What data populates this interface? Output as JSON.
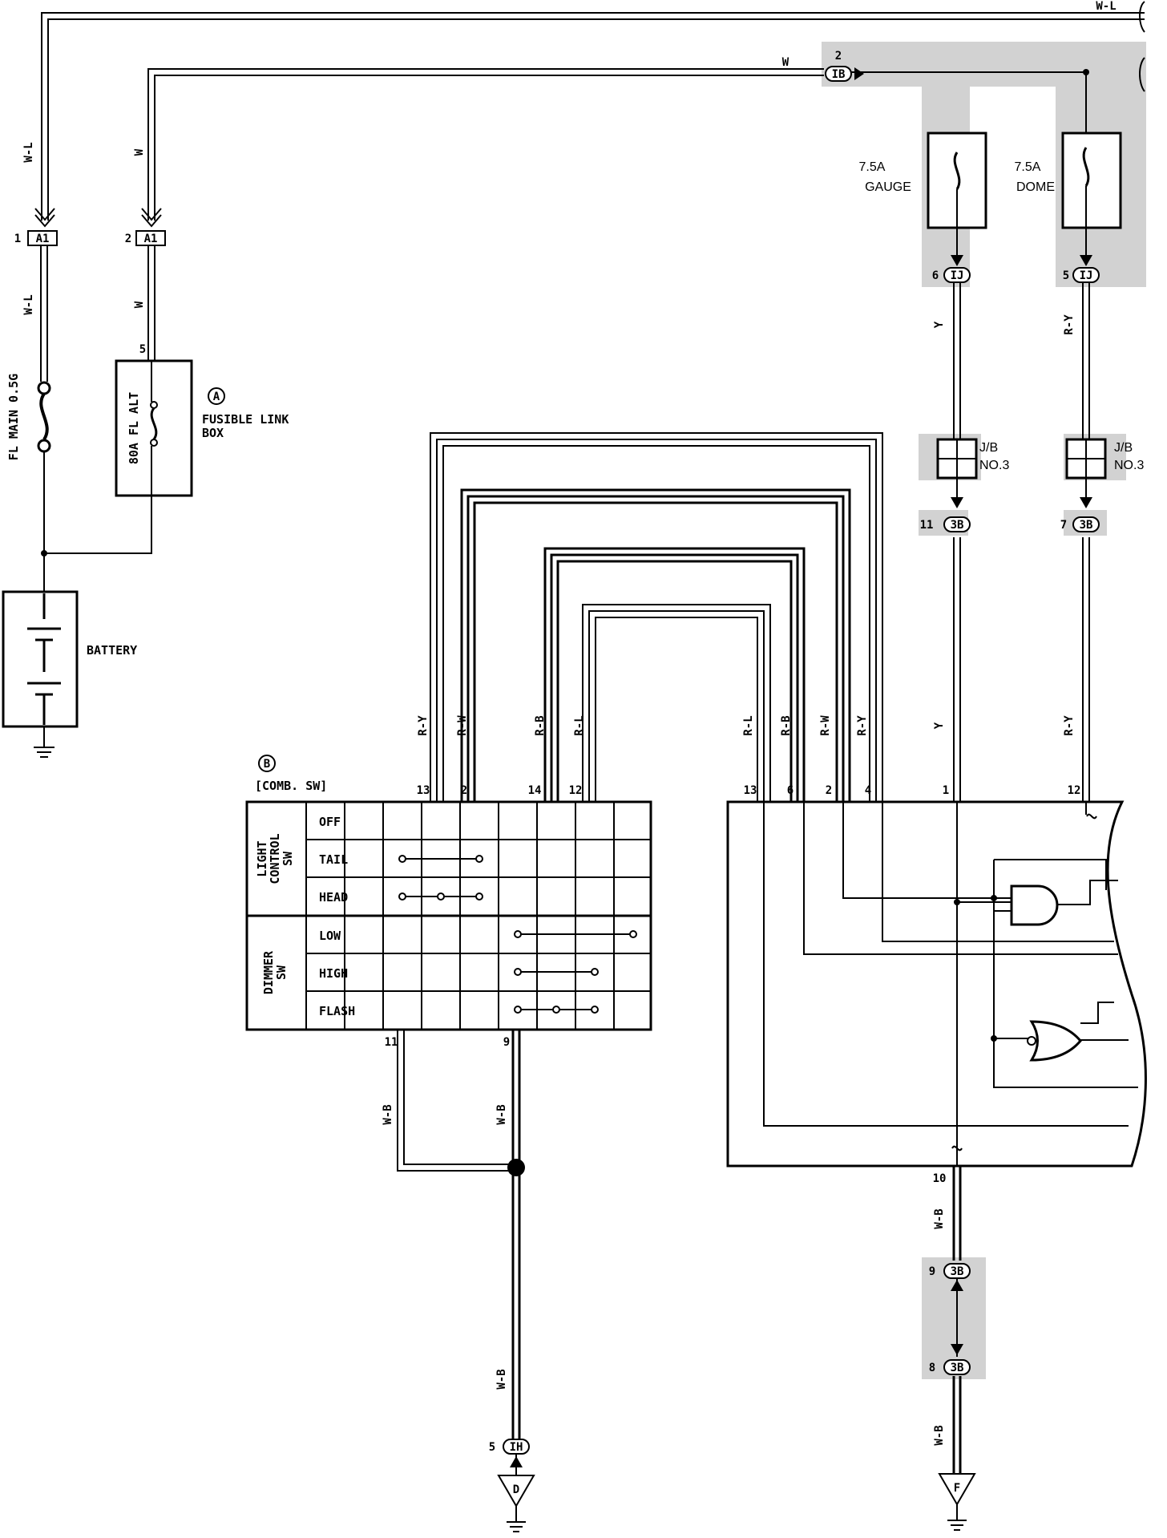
{
  "wire_colors": {
    "w_l": "W-L",
    "w": "W",
    "y": "Y",
    "r_y": "R-Y",
    "r_w": "R-W",
    "r_b": "R-B",
    "r_l": "R-L",
    "w_b": "W-B"
  },
  "connectors": {
    "a1": "A1",
    "ib": "IB",
    "ij": "IJ",
    "three_b": "3B",
    "ih": "IH"
  },
  "pins": {
    "a1_left": "1",
    "a1_right": "2",
    "fl_alt_pin": "5",
    "ib_pin": "2",
    "ij_gauge": "6",
    "ij_dome": "5",
    "jb_gauge_out": "11",
    "jb_dome_out": "7",
    "ground_top": "9",
    "ground_bottom": "8",
    "ih_pin": "5",
    "sw_pins": [
      "13",
      "2",
      "14",
      "12"
    ],
    "sw_bottom": [
      "11",
      "9"
    ],
    "mod_pins": [
      "13",
      "6",
      "2",
      "4",
      "1",
      "12"
    ],
    "mod_bottom": "10"
  },
  "fuses": {
    "fl_main": "FL MAIN 0.5G",
    "fl_alt": "80A FL ALT",
    "gauge_amp": "7.5A",
    "gauge_name": "GAUGE",
    "dome_amp": "7.5A",
    "dome_name": "DOME"
  },
  "components": {
    "a_marker": "A",
    "fusible_link_1": "FUSIBLE LINK",
    "fusible_link_2": "BOX",
    "battery": "BATTERY",
    "b_marker": "B",
    "comb_sw": "[COMB. SW]",
    "jb_1": "J/B",
    "jb_2": "NO.3",
    "ground_d": "D",
    "ground_f": "F"
  },
  "switch_table": {
    "group_light": [
      "LIGHT",
      "CONTROL",
      "SW"
    ],
    "group_dimmer": [
      "DIMMER",
      "SW"
    ],
    "rows": [
      "OFF",
      "TAIL",
      "HEAD",
      "LOW",
      "HIGH",
      "FLASH"
    ]
  }
}
